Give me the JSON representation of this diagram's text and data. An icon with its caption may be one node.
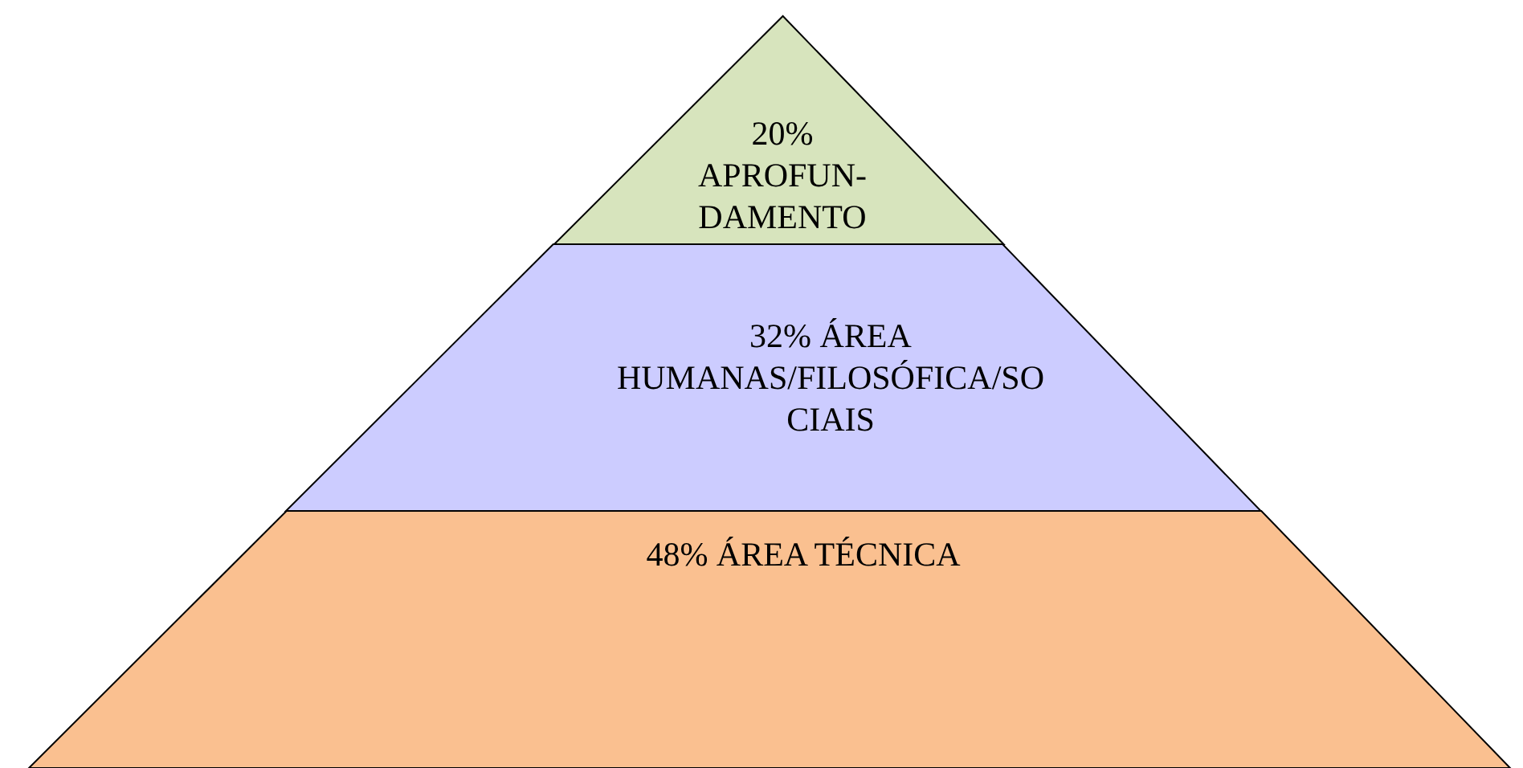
{
  "diagram": {
    "nodes": [
      {
        "text": [
          "20% APROFUN- DAMENTO"
        ]
      },
      {
        "text": [
          "32% ÁREA HUMANAS/FILOSÓFICA/SO CIAIS"
        ]
      },
      {
        "text": [
          "48% ÁREA TÉCNICA"
        ]
      }
    ]
  }
}
